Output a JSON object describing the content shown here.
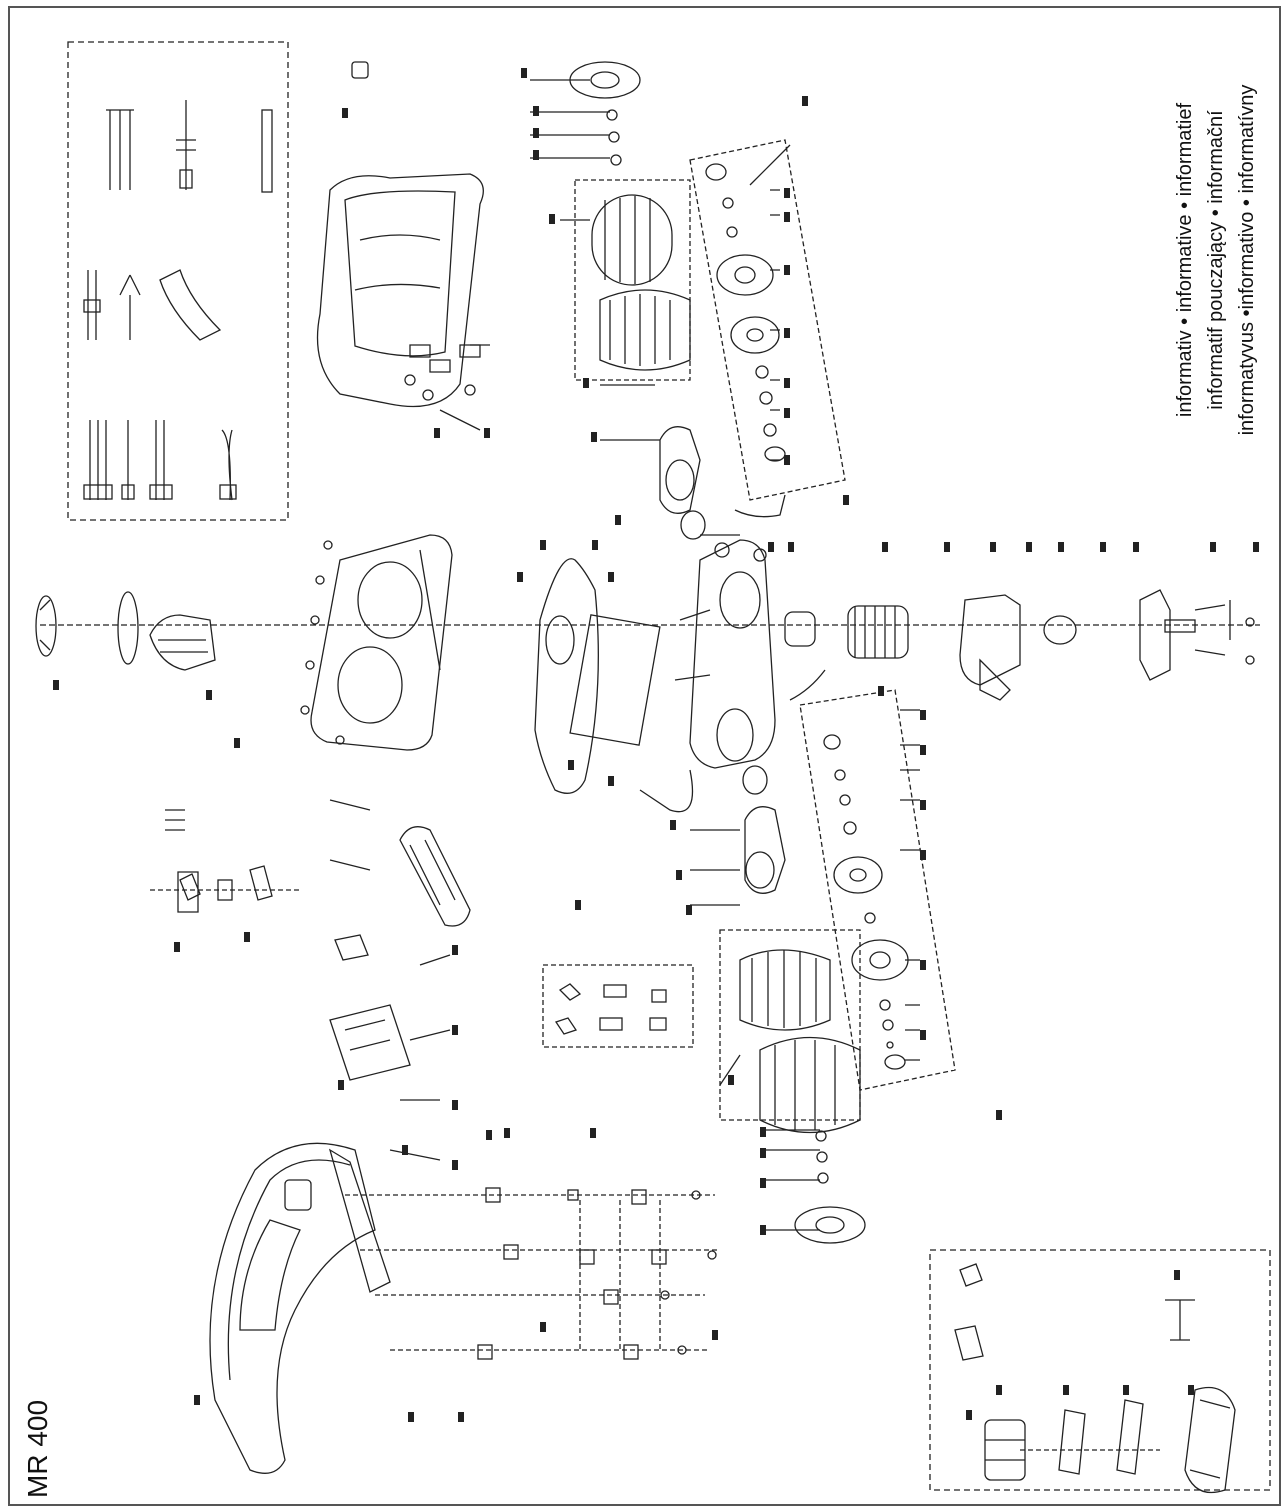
{
  "model": "MR 400",
  "legend_lines": [
    "informativ • informative • informatief",
    "informatif pouczający • informační",
    "informatyvus •informativo • informatívny"
  ],
  "colors": {
    "line": "#222222",
    "frame": "#555555",
    "paper": "#ffffff"
  }
}
